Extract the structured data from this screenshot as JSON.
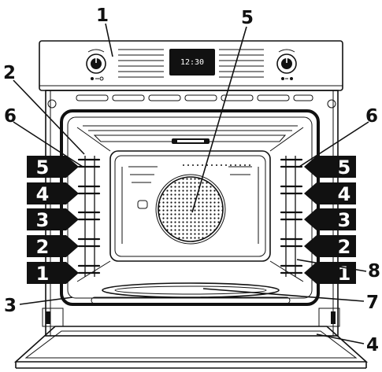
{
  "display": {
    "time": "12:30"
  },
  "callouts": [
    {
      "id": "control-panel",
      "label": "1"
    },
    {
      "id": "lamp-left",
      "label": "2"
    },
    {
      "id": "door-seal",
      "label": "3"
    },
    {
      "id": "door",
      "label": "4"
    },
    {
      "id": "fan",
      "label": "5"
    },
    {
      "id": "shelf-support-left",
      "label": "6"
    },
    {
      "id": "shelf-support-right",
      "label": "6"
    },
    {
      "id": "bottom-heater",
      "label": "7"
    },
    {
      "id": "telescopic-runner",
      "label": "8"
    }
  ],
  "shelf_levels": {
    "left": [
      "5",
      "4",
      "3",
      "2",
      "1"
    ],
    "right": [
      "5",
      "4",
      "3",
      "2",
      "1"
    ]
  },
  "colors": {
    "line": "#111111",
    "label_fill": "#111111",
    "label_text": "#ffffff",
    "display_bg": "#111111"
  }
}
